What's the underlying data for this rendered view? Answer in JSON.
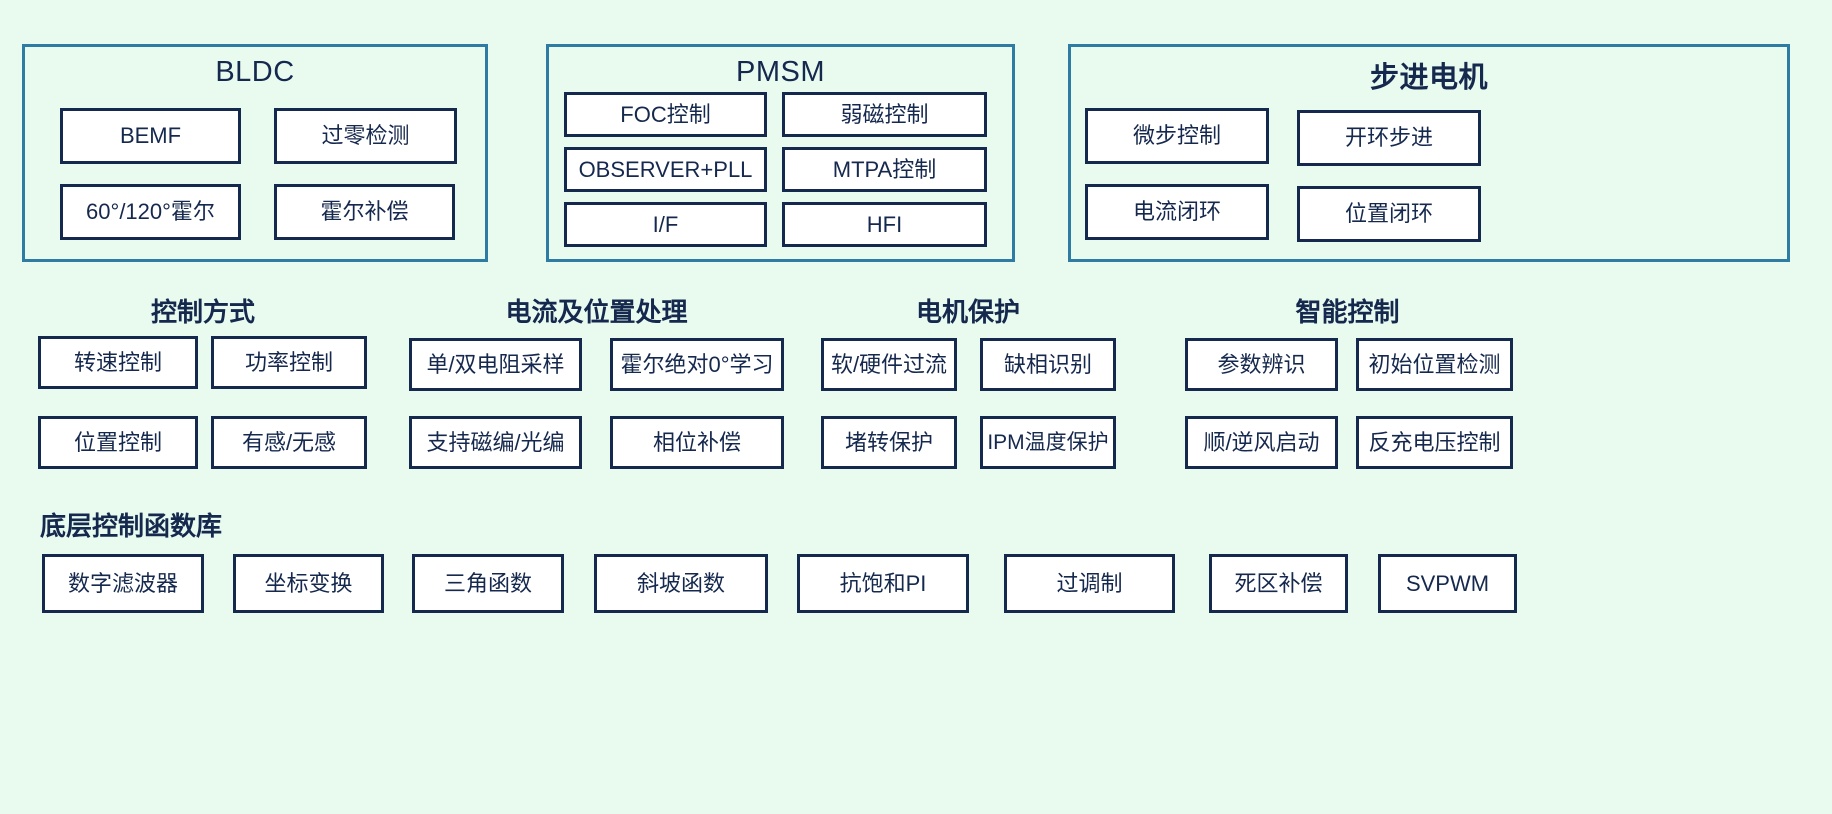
{
  "theme": {
    "background": "#e9fbef",
    "panel_border": "#2e7ba3",
    "chip_border": "#15284d",
    "chip_fill": "#ffffff",
    "text": "#15284d"
  },
  "top_panels": [
    {
      "id": "bldc",
      "title": "BLDC",
      "title_bold": false,
      "items": [
        "BEMF",
        "过零检测",
        "60°/120°霍尔",
        "霍尔补偿"
      ]
    },
    {
      "id": "pmsm",
      "title": "PMSM",
      "title_bold": false,
      "items": [
        "FOC控制",
        "弱磁控制",
        "OBSERVER+PLL",
        "MTPA控制",
        "I/F",
        "HFI"
      ]
    },
    {
      "id": "stepper",
      "title": "步进电机",
      "title_bold": true,
      "items": [
        "微步控制",
        "开环步进",
        "电流闭环",
        "位置闭环"
      ]
    }
  ],
  "middle_sections": [
    {
      "id": "control-mode",
      "title": "控制方式",
      "items": [
        "转速控制",
        "功率控制",
        "位置控制",
        "有感/无感"
      ]
    },
    {
      "id": "current-position",
      "title": "电流及位置处理",
      "items": [
        "单/双电阻采样",
        "霍尔绝对0°学习",
        "支持磁编/光编",
        "相位补偿"
      ]
    },
    {
      "id": "motor-protection",
      "title": "电机保护",
      "items": [
        "软/硬件过流",
        "缺相识别",
        "堵转保护",
        "IPM温度保护"
      ]
    },
    {
      "id": "smart-control",
      "title": "智能控制",
      "items": [
        "参数辨识",
        "初始位置检测",
        "顺/逆风启动",
        "反充电压控制"
      ]
    }
  ],
  "bottom_section": {
    "id": "base-library",
    "title": "底层控制函数库",
    "items": [
      "数字滤波器",
      "坐标变换",
      "三角函数",
      "斜坡函数",
      "抗饱和PI",
      "过调制",
      "死区补偿",
      "SVPWM"
    ]
  }
}
